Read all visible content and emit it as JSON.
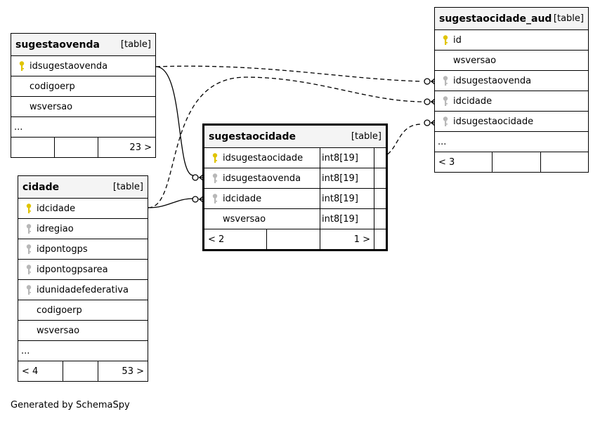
{
  "tables": {
    "sugestaovenda": {
      "name": "sugestaovenda",
      "kind": "[table]",
      "columns": [
        {
          "name": "idsugestaovenda",
          "key": "primary"
        },
        {
          "name": "codigoerp",
          "key": "none"
        },
        {
          "name": "wsversao",
          "key": "none"
        }
      ],
      "more": "...",
      "footer": [
        "",
        "",
        "23 >"
      ]
    },
    "cidade": {
      "name": "cidade",
      "kind": "[table]",
      "columns": [
        {
          "name": "idcidade",
          "key": "primary"
        },
        {
          "name": "idregiao",
          "key": "foreign"
        },
        {
          "name": "idpontogps",
          "key": "foreign"
        },
        {
          "name": "idpontogpsarea",
          "key": "foreign"
        },
        {
          "name": "idunidadefederativa",
          "key": "foreign"
        },
        {
          "name": "codigoerp",
          "key": "none"
        },
        {
          "name": "wsversao",
          "key": "none"
        }
      ],
      "more": "...",
      "footer": [
        "< 4",
        "",
        "53 >"
      ]
    },
    "sugestaocidade": {
      "name": "sugestaocidade",
      "kind": "[table]",
      "columns": [
        {
          "name": "idsugestaocidade",
          "key": "primary",
          "type": "int8[19]"
        },
        {
          "name": "idsugestaovenda",
          "key": "foreign",
          "type": "int8[19]"
        },
        {
          "name": "idcidade",
          "key": "foreign",
          "type": "int8[19]"
        },
        {
          "name": "wsversao",
          "key": "none",
          "type": "int8[19]"
        }
      ],
      "footer": [
        "< 2",
        "",
        "1 >"
      ]
    },
    "sugestaocidade_aud": {
      "name": "sugestaocidade_aud",
      "kind": "[table]",
      "columns": [
        {
          "name": "id",
          "key": "primary"
        },
        {
          "name": "wsversao",
          "key": "none"
        },
        {
          "name": "idsugestaovenda",
          "key": "foreign"
        },
        {
          "name": "idcidade",
          "key": "foreign"
        },
        {
          "name": "idsugestaocidade",
          "key": "foreign"
        }
      ],
      "more": "...",
      "footer": [
        "< 3",
        "",
        ""
      ]
    }
  },
  "colors": {
    "primary_key": "#e0c400",
    "foreign_key": "#b8b8b8",
    "line": "#000000"
  },
  "generated_by": "Generated by SchemaSpy"
}
